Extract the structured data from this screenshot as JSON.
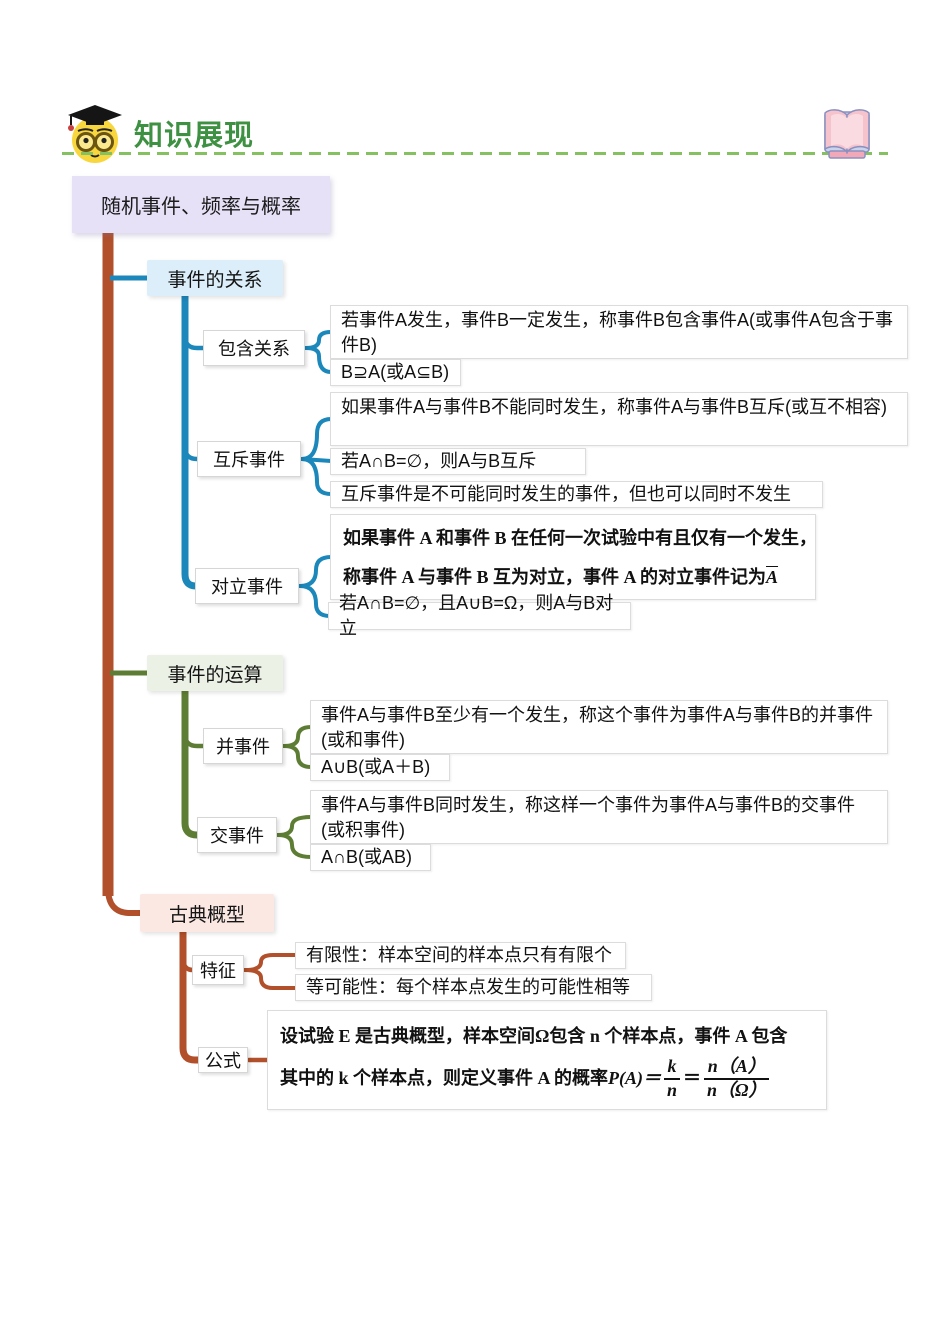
{
  "header": {
    "title": "知识展现",
    "icons": {
      "face": "graduate-face-icon",
      "book": "open-book-icon"
    }
  },
  "colors": {
    "trunk": "#b1502a",
    "branch_relation": "#1c87ba",
    "branch_operation": "#5e7d34",
    "branch_classical": "#b1502a",
    "title_green": "#3e9142",
    "root_fill": "#e7e1f8",
    "relation_fill": "#dbeef9",
    "operation_fill": "#ecf1e6",
    "classical_fill": "#fbe8e2"
  },
  "mindmap": {
    "root": "随机事件、频率与概率",
    "b1": {
      "label": "事件的关系",
      "inclusion": {
        "label": "包含关系",
        "leaf1": "若事件A发生，事件B一定发生，称事件B包含事件A(或事件A包含于事件B)",
        "leaf2": "B⊇A(或A⊆B)"
      },
      "mutex": {
        "label": "互斥事件",
        "leaf1": "如果事件A与事件B不能同时发生，称事件A与事件B互斥(或互不相容)",
        "leaf2": "若A∩B=∅，则A与B互斥",
        "leaf3": "互斥事件是不可能同时发生的事件，但也可以同时不发生"
      },
      "opposite": {
        "label": "对立事件",
        "leaf1_line1": "如果事件 A 和事件 B 在任何一次试验中有且仅有一个发生，",
        "leaf1_line2": "称事件 A 与事件 B 互为对立，事件 A 的对立事件记为",
        "leaf1_abar": "A",
        "leaf2": "若A∩B=∅，且A∪B=Ω，则A与B对立"
      }
    },
    "b2": {
      "label": "事件的运算",
      "union": {
        "label": "并事件",
        "leaf1": "事件A与事件B至少有一个发生，称这个事件为事件A与事件B的并事件(或和事件)",
        "leaf2": "A∪B(或A＋B)"
      },
      "intersect": {
        "label": "交事件",
        "leaf1": "事件A与事件B同时发生，称这样一个事件为事件A与事件B的交事件(或积事件)",
        "leaf2": "A∩B(或AB)"
      }
    },
    "b3": {
      "label": "古典概型",
      "features": {
        "label": "特征",
        "leaf1": "有限性：样本空间的样本点只有有限个",
        "leaf2": "等可能性：每个样本点发生的可能性相等"
      },
      "formula": {
        "label": "公式",
        "line1": "设试验 E 是古典概型，样本空间Ω包含 n 个样本点，事件 A 包含",
        "line2_pre": "其中的 k 个样本点，则定义事件 A 的概率 ",
        "pa": "P(A)＝",
        "frac1_num": "k",
        "frac1_den": "n",
        "equals": "＝",
        "frac2_num": "n（A）",
        "frac2_den": "n（Ω）"
      }
    }
  }
}
